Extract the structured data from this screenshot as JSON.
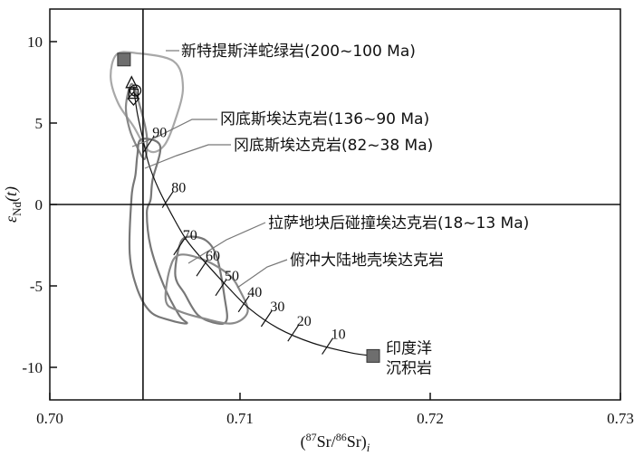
{
  "chart_data": {
    "type": "scatter",
    "title": "",
    "xlabel": {
      "main": "(",
      "sup1": "87",
      "mid": "Sr/",
      "sup2": "86",
      "tail": "Sr)",
      "sub": "i"
    },
    "ylabel": {
      "main": "ε",
      "sub": "Nd",
      "tail": "(t)"
    },
    "xlim": [
      0.7,
      0.73
    ],
    "ylim": [
      -12,
      12
    ],
    "x_ticks": [
      0.7,
      0.71,
      0.72,
      0.73
    ],
    "x_tick_labels": [
      "0.70",
      "0.71",
      "0.72",
      "0.73"
    ],
    "y_ticks": [
      10,
      5,
      0,
      -5,
      -10
    ],
    "y_tick_labels": [
      "10",
      "5",
      "0",
      "-5",
      "-10"
    ],
    "grid": false,
    "reference_lines": {
      "vertical_x": 0.7049,
      "horizontal_y": 0
    },
    "fields": [
      {
        "label": "新特提斯洋蛇绿岩(200~100 Ma)",
        "color": "#a8a8a8",
        "outline": [
          [
            0.7035,
            9.2
          ],
          [
            0.7045,
            9.3
          ],
          [
            0.7065,
            8.8
          ],
          [
            0.707,
            7.2
          ],
          [
            0.7066,
            5.2
          ],
          [
            0.706,
            3.6
          ],
          [
            0.7052,
            3.3
          ],
          [
            0.7044,
            4.8
          ],
          [
            0.7036,
            6.2
          ],
          [
            0.7032,
            7.8
          ]
        ]
      },
      {
        "label": "冈底斯埃达克岩(136~90 Ma)",
        "color": "#888888",
        "outline": [
          [
            0.7043,
            7.4
          ],
          [
            0.7047,
            6.2
          ],
          [
            0.7051,
            4.2
          ],
          [
            0.705,
            2.8
          ],
          [
            0.7046,
            3.5
          ],
          [
            0.7042,
            4.6
          ],
          [
            0.704,
            6.0
          ]
        ]
      },
      {
        "label": "冈底斯埃达克岩(82~38 Ma)",
        "color": "#777777",
        "outline": [
          [
            0.7048,
            4.0
          ],
          [
            0.7058,
            3.6
          ],
          [
            0.7054,
            1.5
          ],
          [
            0.7053,
            0.3
          ],
          [
            0.7051,
            -0.5
          ],
          [
            0.7053,
            -2.6
          ],
          [
            0.706,
            -5.0
          ],
          [
            0.7068,
            -6.8
          ],
          [
            0.7072,
            -7.3
          ],
          [
            0.7063,
            -7.1
          ],
          [
            0.7053,
            -6.6
          ],
          [
            0.7046,
            -5.2
          ],
          [
            0.7042,
            -3.0
          ],
          [
            0.7043,
            0.5
          ],
          [
            0.7045,
            1.8
          ],
          [
            0.7046,
            3.0
          ]
        ]
      },
      {
        "label": "拉萨地块后碰撞埃达克岩(18~13 Ma)",
        "color": "#777777",
        "outline": [
          [
            0.7072,
            -2.0
          ],
          [
            0.7082,
            -2.2
          ],
          [
            0.7088,
            -3.3
          ],
          [
            0.7092,
            -5.8
          ],
          [
            0.7093,
            -7.1
          ],
          [
            0.7088,
            -7.3
          ],
          [
            0.7078,
            -6.8
          ],
          [
            0.7071,
            -5.5
          ],
          [
            0.7066,
            -4.4
          ],
          [
            0.7068,
            -2.6
          ]
        ]
      },
      {
        "label": "俯冲大陆地壳埃达克岩",
        "color": "#8a8a8a",
        "outline": [
          [
            0.7068,
            -3.1
          ],
          [
            0.7081,
            -3.4
          ],
          [
            0.7094,
            -4.3
          ],
          [
            0.71,
            -5.3
          ],
          [
            0.7104,
            -6.6
          ],
          [
            0.7096,
            -7.3
          ],
          [
            0.7081,
            -7.0
          ],
          [
            0.7067,
            -6.5
          ],
          [
            0.7061,
            -5.9
          ],
          [
            0.7063,
            -4.0
          ]
        ]
      }
    ],
    "mixing_curve": {
      "name": "",
      "points": [
        [
          0.7044,
          7.2
        ],
        [
          0.7046,
          5.6
        ],
        [
          0.7049,
          4.0
        ],
        [
          0.7052,
          2.5
        ],
        [
          0.7057,
          1.0
        ],
        [
          0.7064,
          -0.6
        ],
        [
          0.7072,
          -2.2
        ],
        [
          0.7082,
          -3.6
        ],
        [
          0.7093,
          -5.0
        ],
        [
          0.7105,
          -6.4
        ],
        [
          0.712,
          -7.6
        ],
        [
          0.7138,
          -8.5
        ],
        [
          0.7158,
          -9.1
        ],
        [
          0.717,
          -9.3
        ]
      ],
      "ticks": [
        {
          "label": "90",
          "x": 0.7052,
          "y": 3.7
        },
        {
          "label": "80",
          "x": 0.7062,
          "y": 0.3
        },
        {
          "label": "70",
          "x": 0.7068,
          "y": -2.6
        },
        {
          "label": "60",
          "x": 0.708,
          "y": -3.9
        },
        {
          "label": "50",
          "x": 0.709,
          "y": -5.1
        },
        {
          "label": "40",
          "x": 0.7102,
          "y": -6.1
        },
        {
          "label": "30",
          "x": 0.7114,
          "y": -7.0
        },
        {
          "label": "20",
          "x": 0.7128,
          "y": -7.9
        },
        {
          "label": "10",
          "x": 0.7146,
          "y": -8.7
        }
      ]
    },
    "end_members": [
      {
        "label": "",
        "x": 0.7039,
        "y": 8.9,
        "marker": "square"
      },
      {
        "label": "印度洋\n沉积岩",
        "label_lines": [
          "印度洋",
          "沉积岩"
        ],
        "x": 0.717,
        "y": -9.3,
        "marker": "square"
      }
    ],
    "samples": [
      {
        "x": 0.7045,
        "y": 7.0,
        "marker": "circle"
      },
      {
        "x": 0.7043,
        "y": 7.4,
        "marker": "triangle"
      },
      {
        "x": 0.7044,
        "y": 6.5,
        "marker": "diamond"
      },
      {
        "x": 0.7044,
        "y": 6.8,
        "marker": "square-open"
      }
    ]
  }
}
